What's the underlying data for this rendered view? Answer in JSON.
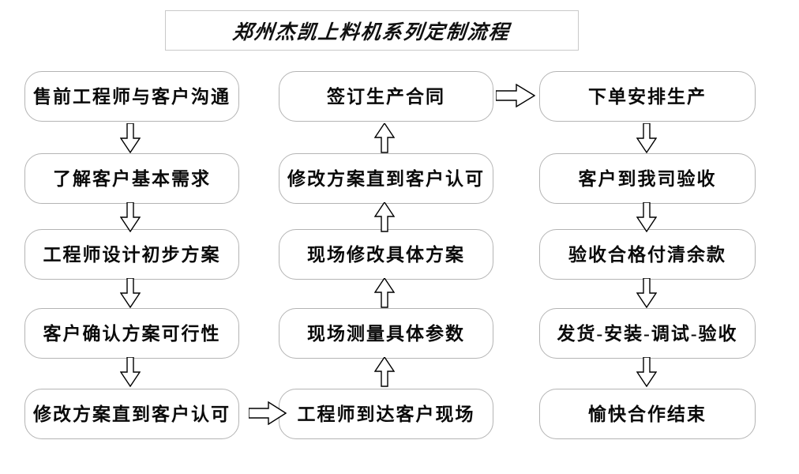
{
  "title": {
    "text": "郑州杰凯上料机系列定制流程"
  },
  "columns": {
    "left": {
      "name": "pre-sales-column",
      "nodes": [
        {
          "label": "售前工程师与客户沟通"
        },
        {
          "label": "了解客户基本需求"
        },
        {
          "label": "工程师设计初步方案"
        },
        {
          "label": "客户确认方案可行性"
        },
        {
          "label": "修改方案直到客户认可"
        }
      ]
    },
    "middle": {
      "name": "on-site-column",
      "nodes": [
        {
          "label": "签订生产合同"
        },
        {
          "label": "修改方案直到客户认可"
        },
        {
          "label": "现场修改具体方案"
        },
        {
          "label": "现场测量具体参数"
        },
        {
          "label": "工程师到达客户现场"
        }
      ]
    },
    "right": {
      "name": "production-column",
      "nodes": [
        {
          "label": "下单安排生产"
        },
        {
          "label": "客户到我司验收"
        },
        {
          "label": "验收合格付清余款"
        },
        {
          "label": "发货-安装-调试-验收"
        },
        {
          "label": "愉快合作结束"
        }
      ]
    }
  },
  "connectors": {
    "left_down": [
      "down-arrow",
      "down-arrow",
      "down-arrow",
      "down-arrow"
    ],
    "middle_up": [
      "up-arrow",
      "up-arrow",
      "up-arrow",
      "up-arrow"
    ],
    "right_down": [
      "down-arrow",
      "down-arrow",
      "down-arrow",
      "down-arrow"
    ],
    "left_to_middle": "right-arrow",
    "middle_to_right": "right-arrow"
  },
  "colors": {
    "box_border": "#b4b4b4",
    "title_border": "#c9c9c9",
    "text": "#0a0a0a",
    "background": "#ffffff",
    "arrow_stroke": "#000000"
  }
}
